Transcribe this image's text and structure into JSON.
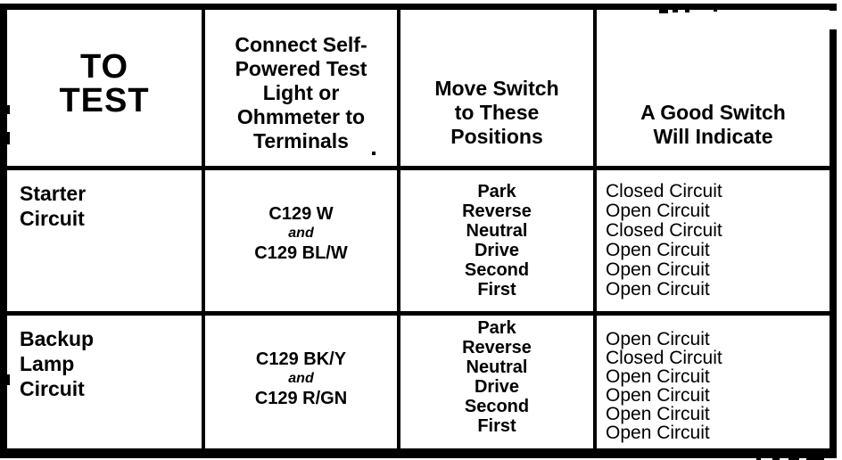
{
  "table": {
    "columns": [
      {
        "key": "to_test",
        "header_lines": [
          "TO",
          "TEST"
        ]
      },
      {
        "key": "terminals",
        "header_lines": [
          "Connect Self-",
          "Powered Test",
          "Light or",
          "Ohmmeter to",
          "Terminals"
        ]
      },
      {
        "key": "positions",
        "header_lines": [
          "Move Switch",
          "to These",
          "Positions"
        ]
      },
      {
        "key": "indication",
        "header_lines": [
          "A Good Switch",
          "Will Indicate"
        ]
      }
    ],
    "rows": [
      {
        "test_lines": [
          "Starter",
          "Circuit"
        ],
        "terminals": {
          "first": "C129 W",
          "conj": "and",
          "second": "C129 BL/W"
        },
        "positions": [
          "Park",
          "Reverse",
          "Neutral",
          "Drive",
          "Second",
          "First"
        ],
        "indications": [
          "Closed Circuit",
          "Open Circuit",
          "Closed Circuit",
          "Open Circuit",
          "Open Circuit",
          "Open Circuit"
        ]
      },
      {
        "test_lines": [
          "Backup",
          "Lamp",
          "Circuit"
        ],
        "terminals": {
          "first": "C129 BK/Y",
          "conj": "and",
          "second": "C129 R/GN"
        },
        "positions": [
          "Park",
          "Reverse",
          "Neutral",
          "Drive",
          "Second",
          "First"
        ],
        "indications": [
          "Open Circuit",
          "Closed Circuit",
          "Open Circuit",
          "Open Circuit",
          "Open Circuit",
          "Open Circuit"
        ]
      }
    ]
  },
  "colors": {
    "ink": "#000000",
    "paper": "#ffffff"
  }
}
